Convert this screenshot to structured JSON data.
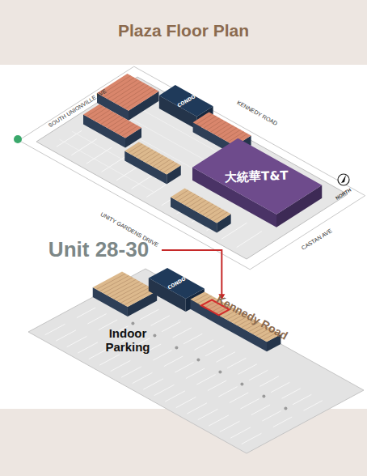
{
  "diagram": {
    "title": "Plaza Floor Plan",
    "nodes": [
      {
        "text": [
          "大統華T&T"
        ]
      },
      {
        "text": [
          "CONDO"
        ]
      },
      {
        "text": [
          "CONDO"
        ]
      }
    ],
    "labels": [
      "SOUTH UNIONVILLE AVE",
      "KENNEDY ROAD",
      "UNITY GARDENS DRIVE",
      "CASTAN AVE",
      "NORTH",
      "Unit 28-30",
      "Indoor Parking",
      "Kennedy Road"
    ]
  }
}
